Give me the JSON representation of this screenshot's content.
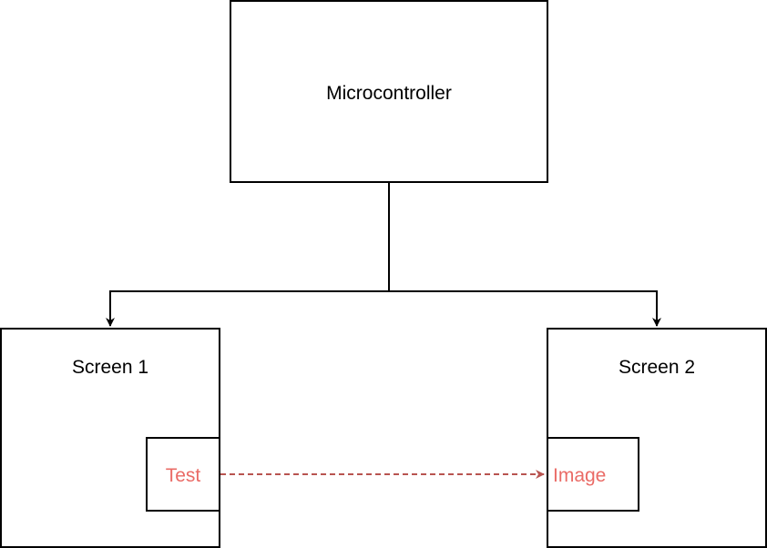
{
  "nodes": {
    "microcontroller": {
      "label": "Microcontroller"
    },
    "screen1": {
      "label": "Screen 1"
    },
    "screen2": {
      "label": "Screen 2"
    },
    "test": {
      "label": "Test"
    },
    "image": {
      "label": "Image"
    }
  },
  "colors": {
    "stroke": "#000000",
    "fill": "#ffffff",
    "accent": "#ea6b66",
    "dashed_edge": "#b85450"
  }
}
